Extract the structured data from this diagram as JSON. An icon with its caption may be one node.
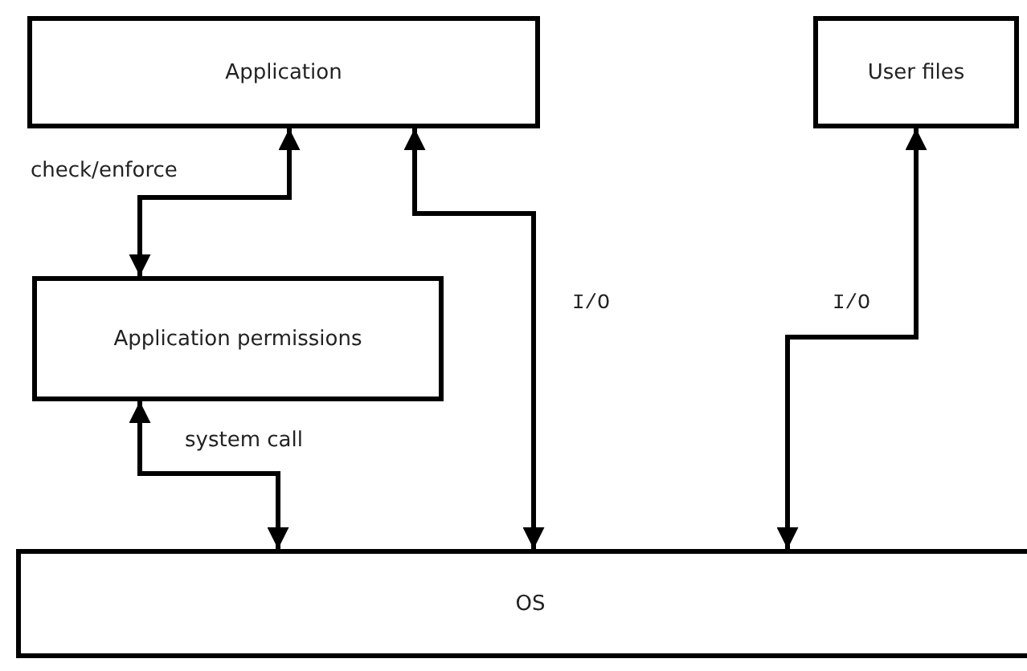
{
  "diagram": {
    "nodes": [
      {
        "text": [
          "Application"
        ]
      },
      {
        "text": [
          "User files"
        ]
      },
      {
        "text": [
          "Application permissions"
        ]
      },
      {
        "text": [
          "OS"
        ]
      }
    ],
    "edges": [
      {
        "from": 0,
        "to": 2,
        "arrow": "both",
        "label": "check/enforce"
      },
      {
        "from": 2,
        "to": 3,
        "arrow": "both",
        "label": "system call"
      },
      {
        "from": 0,
        "to": 3,
        "arrow": "both",
        "label": "I/O"
      },
      {
        "from": 1,
        "to": 3,
        "arrow": "both",
        "label": "I/O"
      }
    ]
  }
}
